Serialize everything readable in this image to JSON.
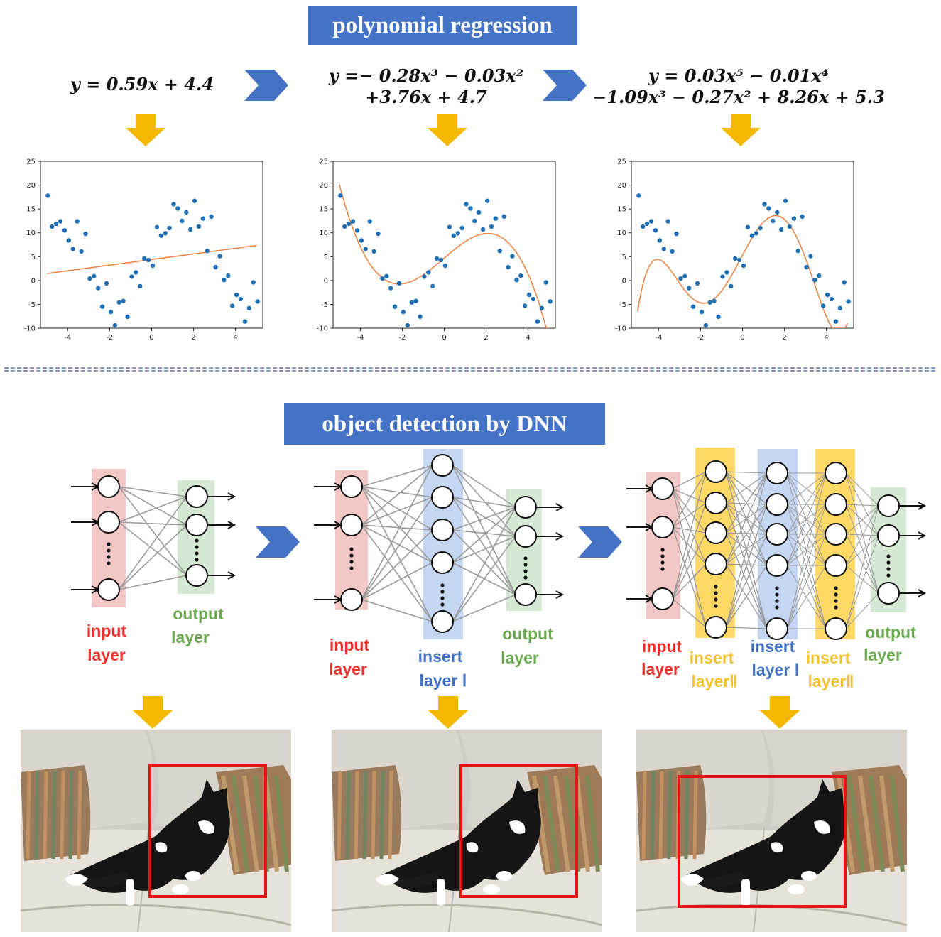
{
  "regression": {
    "title": "polynomial regression",
    "models": [
      {
        "equation_lines": [
          "y = 0.59x + 4.4"
        ]
      },
      {
        "equation_lines": [
          "y =− 0.28x³ − 0.03x²",
          "+3.76x + 4.7"
        ]
      },
      {
        "equation_lines": [
          "y = 0.03x⁵ − 0.01x⁴",
          "−1.09x³ − 0.27x² + 8.26x + 5.3"
        ]
      }
    ]
  },
  "chart_data": [
    {
      "type": "scatter",
      "xlim": [
        -5.3,
        5.3
      ],
      "ylim": [
        -10,
        25
      ],
      "x_ticks": [
        "-4",
        "-2",
        "0",
        "2",
        "4"
      ],
      "y_ticks": [
        "25",
        "20",
        "15",
        "10",
        "5",
        "0",
        "-5",
        "-10"
      ],
      "fit": {
        "coefficients_high_to_low": [
          0.59,
          4.4
        ]
      },
      "points_ref": "shared"
    },
    {
      "type": "scatter",
      "xlim": [
        -5.3,
        5.3
      ],
      "ylim": [
        -10,
        25
      ],
      "x_ticks": [
        "-4",
        "-2",
        "0",
        "2",
        "4"
      ],
      "y_ticks": [
        "25",
        "20",
        "15",
        "10",
        "5",
        "0",
        "-5",
        "-10"
      ],
      "fit": {
        "coefficients_high_to_low": [
          -0.28,
          -0.03,
          3.76,
          4.7
        ]
      },
      "points_ref": "shared"
    },
    {
      "type": "scatter",
      "xlim": [
        -5.3,
        5.3
      ],
      "ylim": [
        -10,
        25
      ],
      "x_ticks": [
        "-4",
        "-2",
        "0",
        "2",
        "4"
      ],
      "y_ticks": [
        "25",
        "20",
        "15",
        "10",
        "5",
        "0",
        "-5",
        "-10"
      ],
      "fit": {
        "coefficients_high_to_low": [
          0.03,
          -0.01,
          -1.09,
          -0.27,
          8.26,
          5.3
        ]
      },
      "points_ref": "shared"
    }
  ],
  "shared_points": [
    [
      -4.95,
      17.8
    ],
    [
      -4.75,
      11.3
    ],
    [
      -4.55,
      11.9
    ],
    [
      -4.35,
      12.4
    ],
    [
      -4.15,
      10.5
    ],
    [
      -3.95,
      8.4
    ],
    [
      -3.75,
      6.6
    ],
    [
      -3.55,
      12.4
    ],
    [
      -3.35,
      6.1
    ],
    [
      -3.15,
      9.8
    ],
    [
      -2.95,
      0.4
    ],
    [
      -2.75,
      0.9
    ],
    [
      -2.55,
      -1.6
    ],
    [
      -2.35,
      -5.5
    ],
    [
      -2.15,
      -0.6
    ],
    [
      -1.95,
      -6.6
    ],
    [
      -1.75,
      -9.4
    ],
    [
      -1.55,
      -4.6
    ],
    [
      -1.35,
      -4.3
    ],
    [
      -1.15,
      -7.6
    ],
    [
      -0.95,
      0.8
    ],
    [
      -0.75,
      1.7
    ],
    [
      -0.55,
      -1.2
    ],
    [
      -0.35,
      4.6
    ],
    [
      -0.15,
      4.3
    ],
    [
      0.05,
      3.1
    ],
    [
      0.25,
      11.2
    ],
    [
      0.45,
      9.4
    ],
    [
      0.65,
      9.9
    ],
    [
      0.85,
      11.0
    ],
    [
      1.05,
      16.0
    ],
    [
      1.25,
      15.1
    ],
    [
      1.45,
      12.5
    ],
    [
      1.65,
      14.3
    ],
    [
      1.85,
      10.7
    ],
    [
      2.05,
      16.7
    ],
    [
      2.25,
      11.3
    ],
    [
      2.45,
      13.0
    ],
    [
      2.65,
      6.2
    ],
    [
      2.85,
      13.4
    ],
    [
      3.05,
      2.8
    ],
    [
      3.25,
      5.1
    ],
    [
      3.45,
      0.1
    ],
    [
      3.65,
      1.0
    ],
    [
      3.85,
      -5.3
    ],
    [
      4.05,
      -3.0
    ],
    [
      4.25,
      -3.9
    ],
    [
      4.45,
      -8.6
    ],
    [
      4.65,
      -5.8
    ],
    [
      4.85,
      -0.4
    ],
    [
      5.05,
      -4.4
    ]
  ],
  "dnn": {
    "title": "object detection by DNN",
    "labels": {
      "input": [
        "input",
        "layer"
      ],
      "output": [
        "output",
        "layer"
      ],
      "insert1": [
        "insert",
        "layer Ⅰ"
      ],
      "insert2": [
        "insert",
        "layerⅡ"
      ]
    },
    "colors": {
      "input": "#f4c7c7",
      "output": "#d5e8d4",
      "insert1": "#c5d6f2",
      "insert2": "#ffd966",
      "input_text": "#e8312b",
      "output_text": "#6aa84f",
      "insert1_text": "#4472c4",
      "insert2_text": "#f1c232"
    }
  },
  "detections": [
    {
      "box": "cat-bounding-box-tight"
    },
    {
      "box": "cat-bounding-box-tight"
    },
    {
      "box": "cat-bounding-box-full"
    }
  ]
}
